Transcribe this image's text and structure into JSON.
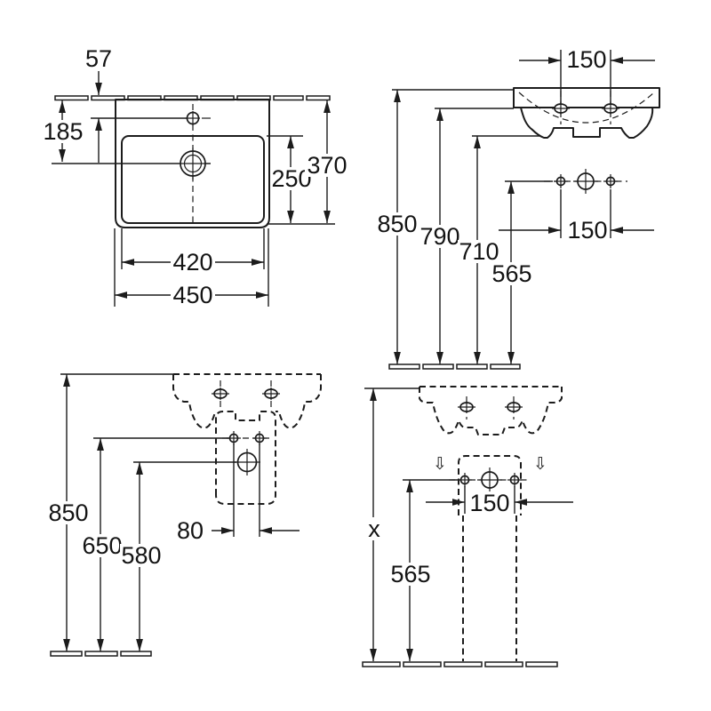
{
  "colors": {
    "line": "#1c1c1c",
    "background": "#ffffff"
  },
  "dims": {
    "top_view": {
      "tap_hole_offset": "57",
      "drain_offset": "185",
      "bowl_depth": "250",
      "overall_depth": "370",
      "bowl_width": "420",
      "overall_width": "450"
    },
    "front_view": {
      "fixing_hole_spacing": "150",
      "rim_height": "850",
      "fixing_hole_height": "790",
      "underside_height": "710",
      "outlet_height": "565",
      "connection_spacing": "150"
    },
    "rear_view": {
      "rim_height": "850",
      "supply_height": "650",
      "outlet_height": "580",
      "supply_spacing": "80"
    },
    "pedestal_view": {
      "total_height": "x",
      "outlet_height": "565",
      "connection_spacing": "150"
    }
  },
  "icons": {
    "down_arrow_glyph": "⇩"
  }
}
